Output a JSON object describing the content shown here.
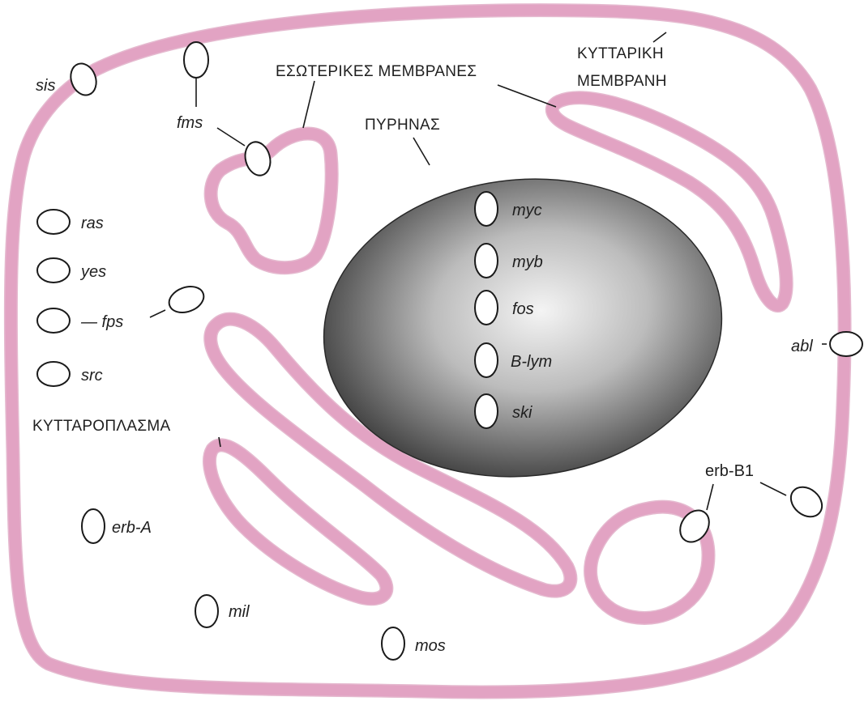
{
  "diagram": {
    "colors": {
      "membrane": "#e2a3c3",
      "membrane_edge": "#cf7fa8",
      "nucleus_light": "#f2f2f2",
      "nucleus_dark": "#3a3a3a",
      "text": "#1f1f1f"
    },
    "labels": {
      "cell_membrane_line1": "ΚΥΤΤΑΡΙΚΗ",
      "cell_membrane_line2": "ΜΕΜΒΡΑΝΗ",
      "internal_membranes": "ΕΣΩΤΕΡΙΚΕΣ ΜΕΜΒΡΑΝΕΣ",
      "nucleus": "ΠΥΡΗΝΑΣ",
      "cytoplasm": "ΚΥΤΤΑΡΟΠΛΑΣΜΑ"
    },
    "genes": {
      "sis": "sis",
      "fms": "fms",
      "ras": "ras",
      "yes": "yes",
      "fps": "— fps",
      "src": "src",
      "erb_a": "erb-A",
      "mil": "mil",
      "mos": "mos",
      "myc": "myc",
      "myb": "myb",
      "fos": "fos",
      "b_lym": "B-lym",
      "ski": "ski",
      "abl": "abl",
      "erb_b1": "erb-B1"
    }
  }
}
